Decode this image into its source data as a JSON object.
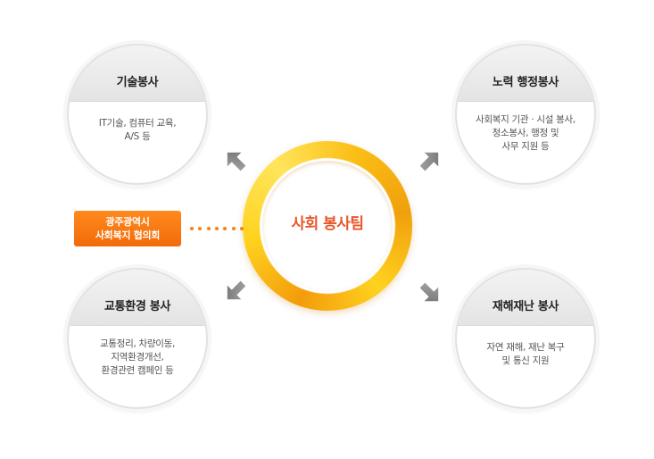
{
  "center": {
    "label": "사회 봉사팀"
  },
  "org": {
    "label": "광주광역시\n사회복지 협의회"
  },
  "services": {
    "tech": {
      "title": "기술봉사",
      "desc": "IT기술, 컴퓨터 교육,\nA/S 등"
    },
    "labor": {
      "title": "노력 행정봉사",
      "desc": "사회복지 기관 · 시설 봉사,\n청소봉사, 행정 및\n사무 지원 등"
    },
    "traffic": {
      "title": "교통환경 봉사",
      "desc": "교통정리, 차량이동,\n지역환경개선,\n환경관련 캠페인 등"
    },
    "disaster": {
      "title": "재해재난 봉사",
      "desc": "자연 재해, 재난 복구\n및 통신 지원"
    }
  },
  "colors": {
    "ring": "#f8b31a",
    "center_text": "#e8562a",
    "org_box": "#f47a13",
    "arrow": "#8d8d8d"
  },
  "icons": {
    "arrow": "arrow-icon"
  }
}
